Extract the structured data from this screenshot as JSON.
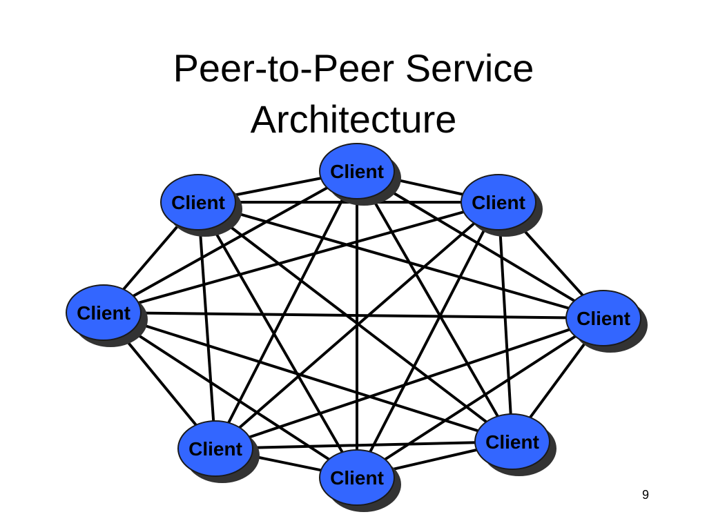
{
  "title_lines": [
    "Peer-to-Peer Service",
    "Architecture"
  ],
  "page_number": "9",
  "colors": {
    "node_fill": "#3366ff",
    "node_shadow": "#333333",
    "node_outline": "#1a1a1a",
    "edge": "#000000",
    "label": "#000000"
  },
  "nodes": [
    {
      "id": "top",
      "label": "Client"
    },
    {
      "id": "upper-left",
      "label": "Client"
    },
    {
      "id": "upper-right",
      "label": "Client"
    },
    {
      "id": "left",
      "label": "Client"
    },
    {
      "id": "right",
      "label": "Client"
    },
    {
      "id": "lower-left",
      "label": "Client"
    },
    {
      "id": "lower-right",
      "label": "Client"
    },
    {
      "id": "bottom",
      "label": "Client"
    }
  ],
  "edges": [
    [
      "top",
      "upper-left"
    ],
    [
      "top",
      "upper-right"
    ],
    [
      "top",
      "left"
    ],
    [
      "top",
      "right"
    ],
    [
      "top",
      "lower-left"
    ],
    [
      "top",
      "lower-right"
    ],
    [
      "top",
      "bottom"
    ],
    [
      "upper-left",
      "upper-right"
    ],
    [
      "upper-left",
      "left"
    ],
    [
      "upper-left",
      "right"
    ],
    [
      "upper-left",
      "lower-left"
    ],
    [
      "upper-left",
      "lower-right"
    ],
    [
      "upper-left",
      "bottom"
    ],
    [
      "upper-right",
      "left"
    ],
    [
      "upper-right",
      "right"
    ],
    [
      "upper-right",
      "lower-left"
    ],
    [
      "upper-right",
      "lower-right"
    ],
    [
      "upper-right",
      "bottom"
    ],
    [
      "left",
      "right"
    ],
    [
      "left",
      "lower-left"
    ],
    [
      "left",
      "lower-right"
    ],
    [
      "left",
      "bottom"
    ],
    [
      "right",
      "lower-left"
    ],
    [
      "right",
      "lower-right"
    ],
    [
      "right",
      "bottom"
    ],
    [
      "lower-left",
      "lower-right"
    ],
    [
      "lower-left",
      "bottom"
    ],
    [
      "lower-right",
      "bottom"
    ]
  ]
}
